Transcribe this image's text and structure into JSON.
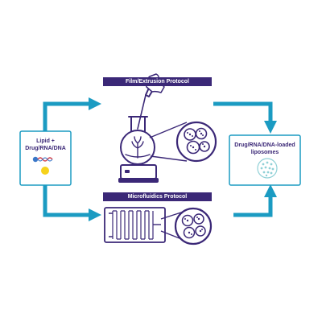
{
  "protocols": {
    "film": "Film/Extrusion Protocol",
    "microfluidics": "Microfluidics Protocol"
  },
  "input_box": {
    "line1": "Lipid +",
    "line2": "Drug/RNA/DNA"
  },
  "output_box": {
    "line1": "Drug/RNA/DNA-loaded",
    "line2": "liposomes"
  },
  "colors": {
    "navy": "#3b2877",
    "teal": "#1b9bc2",
    "red": "#d1434f",
    "blue": "#3a77c8",
    "yellow": "#f6d21b",
    "dot": "#8fd0d6"
  }
}
